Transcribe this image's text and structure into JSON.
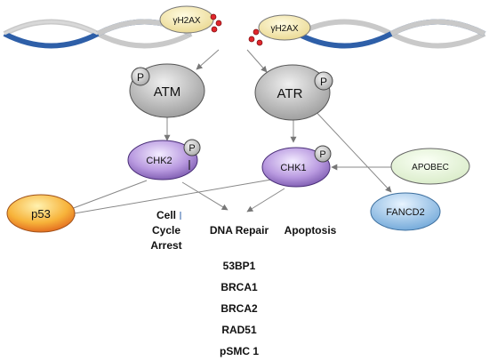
{
  "dna": {
    "marker_left": "γH2AX",
    "marker_right": "γH2AX"
  },
  "nodes": {
    "atm": "ATM",
    "atr": "ATR",
    "chk2": "CHK2",
    "chk1": "CHK1",
    "p53": "p53",
    "apobec": "APOBEC",
    "fancd2": "FANCD2",
    "phospho": "P"
  },
  "outcomes": {
    "cell_cycle_arrest": [
      "Cell",
      "Cycle",
      "Arrest"
    ],
    "dna_repair": "DNA Repair",
    "apoptosis": "Apoptosis"
  },
  "repair_factors": [
    "53BP1",
    "BRCA1",
    "BRCA2",
    "RAD51",
    "pSMC 1"
  ],
  "colors": {
    "gray_node": "#bdbdbd",
    "purple_node": "#9b7bc4",
    "p53_fill": "#f5a623",
    "yellow_marker": "#f2e6a6",
    "fancd2_fill": "#7fb3e0",
    "apobec_fill": "#e8f3dc",
    "dna_blue": "#2e5fa8",
    "dna_gray": "#bfbfbf"
  }
}
